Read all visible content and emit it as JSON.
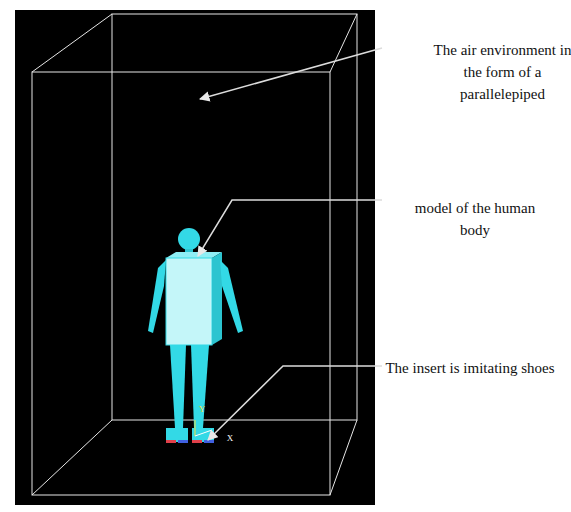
{
  "diagram": {
    "labels": [
      "The air environment in the form of a parallelepiped",
      "model of the human body",
      "The insert is imitating shoes",
      "Y",
      "X"
    ]
  }
}
